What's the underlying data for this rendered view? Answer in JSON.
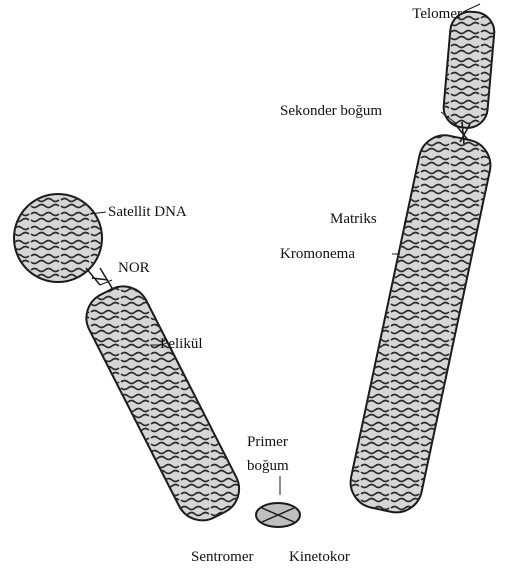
{
  "diagram": {
    "labels": {
      "telomer": "Telomer",
      "sekonder_bogum": "Sekonder boğum",
      "satellit_dna": "Satellit DNA",
      "matriks": "Matriks",
      "kromonema": "Kromonema",
      "nor": "NOR",
      "pelikul": "Pelikül",
      "primer_line1": "Primer",
      "primer_line2": "boğum",
      "sentromer": "Sentromer",
      "kinetokor": "Kinetokor"
    },
    "colors": {
      "outline": "#1a1a1a",
      "fill": "#d6d6d6",
      "coil": "#2a2a2a",
      "text": "#111111"
    }
  }
}
